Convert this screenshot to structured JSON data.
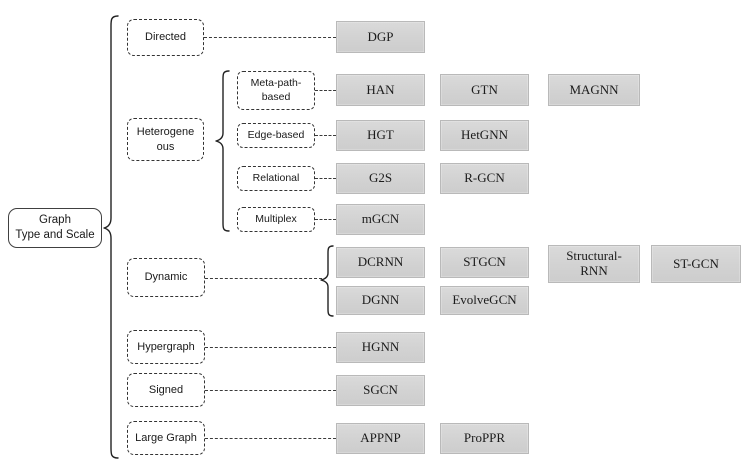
{
  "diagram": {
    "title": "Graph Type and Scale taxonomy",
    "root": {
      "label": "Graph\nType and Scale",
      "line1": "Graph",
      "line2": "Type and Scale"
    },
    "categories": [
      {
        "id": "directed",
        "label": "Directed"
      },
      {
        "id": "heterogeneous",
        "label_line1": "Heterogene",
        "label_line2": "ous"
      },
      {
        "id": "dynamic",
        "label": "Dynamic"
      },
      {
        "id": "hypergraph",
        "label": "Hypergraph"
      },
      {
        "id": "signed",
        "label": "Signed"
      },
      {
        "id": "large-graph",
        "label": "Large Graph"
      }
    ],
    "subcategories": [
      {
        "id": "meta-path-based",
        "label_line1": "Meta-path-",
        "label_line2": "based"
      },
      {
        "id": "edge-based",
        "label": "Edge-based"
      },
      {
        "id": "relational",
        "label": "Relational"
      },
      {
        "id": "multiplex",
        "label": "Multiplex"
      }
    ],
    "models": {
      "directed": [
        "DGP"
      ],
      "meta_path_based": [
        "HAN",
        "GTN",
        "MAGNN"
      ],
      "edge_based": [
        "HGT",
        "HetGNN"
      ],
      "relational": [
        "G2S",
        "R-GCN"
      ],
      "multiplex": [
        "mGCN"
      ],
      "dynamic_row1": [
        "DCRNN",
        "STGCN",
        "Structural-\nRNN",
        "ST-GCN"
      ],
      "dynamic_row2": [
        "DGNN",
        "EvolveGCN"
      ],
      "hypergraph": [
        "HGNN"
      ],
      "signed": [
        "SGCN"
      ],
      "large_graph": [
        "APPNP",
        "ProPPR"
      ]
    },
    "model_labels": {
      "dgp": "DGP",
      "han": "HAN",
      "gtn": "GTN",
      "magnn": "MAGNN",
      "hgt": "HGT",
      "hetgnn": "HetGNN",
      "g2s": "G2S",
      "rgcn": "R-GCN",
      "mgcn": "mGCN",
      "dcrnn": "DCRNN",
      "stgcn": "STGCN",
      "structural_rnn_line1": "Structural-",
      "structural_rnn_line2": "RNN",
      "st_gcn": "ST-GCN",
      "dgnn": "DGNN",
      "evolvegcn": "EvolveGCN",
      "hgnn": "HGNN",
      "sgcn": "SGCN",
      "appnp": "APPNP",
      "proppr": "ProPPR"
    },
    "colors": {
      "model_box_fill": "#d4d4d4",
      "model_box_border": "#b9b9b9",
      "node_border": "#333333",
      "text": "#1a1a1a",
      "background": "#ffffff"
    }
  }
}
